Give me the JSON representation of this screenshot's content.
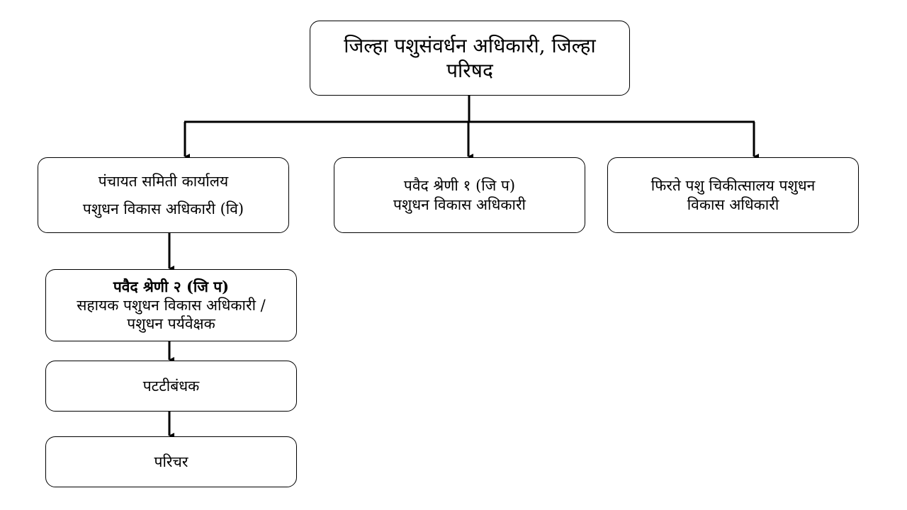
{
  "nodes": {
    "district_officer": {
      "lines": [
        "जिल्हा पशुसंवर्धन अधिकारी, जिल्हा",
        "परिषद"
      ]
    },
    "panchayat_samiti": {
      "lines": [
        "पंचायत समिती कार्यालय",
        "पशुधन विकास अधिकारी (वि)"
      ]
    },
    "grade1": {
      "lines": [
        "पवैद श्रेणी १ (जि प)",
        "पशुधन विकास अधिकारी"
      ]
    },
    "mobile_clinic": {
      "lines": [
        "फिरते पशु चिकीत्सालय  पशुधन",
        "विकास अधिकारी"
      ]
    },
    "grade2": {
      "lines": [
        "पवैद श्रेणी २  (जि प)",
        "सहायक पशुधन विकास अधिकारी /",
        "पशुधन पर्यवेक्षक"
      ]
    },
    "bandager": {
      "lines": [
        "पटटीबंधक"
      ]
    },
    "attendant": {
      "lines": [
        "परिचर"
      ]
    }
  }
}
